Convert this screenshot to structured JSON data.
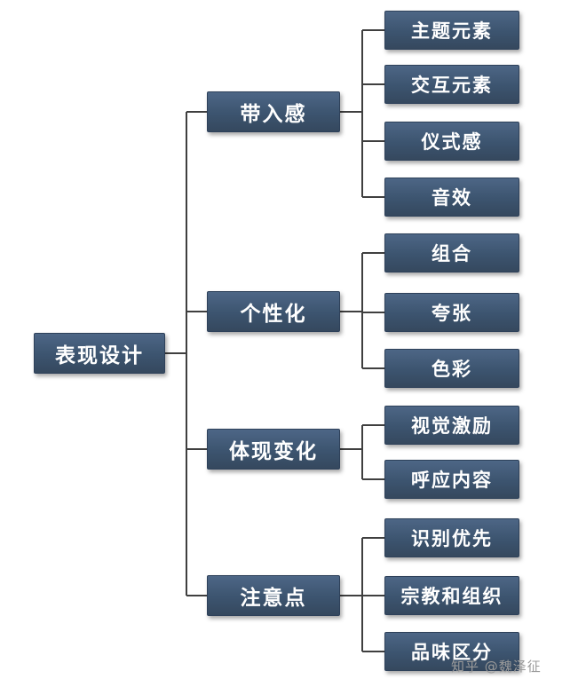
{
  "diagram": {
    "root": {
      "label": "表现设计"
    },
    "branches": [
      {
        "label": "带入感",
        "children": [
          {
            "label": "主题元素"
          },
          {
            "label": "交互元素"
          },
          {
            "label": "仪式感"
          },
          {
            "label": "音效"
          }
        ]
      },
      {
        "label": "个性化",
        "children": [
          {
            "label": "组合"
          },
          {
            "label": "夸张"
          },
          {
            "label": "色彩"
          }
        ]
      },
      {
        "label": "体现变化",
        "children": [
          {
            "label": "视觉激励"
          },
          {
            "label": "呼应内容"
          }
        ]
      },
      {
        "label": "注意点",
        "children": [
          {
            "label": "识别优先"
          },
          {
            "label": "宗教和组织"
          },
          {
            "label": "品味区分"
          }
        ]
      }
    ],
    "colors": {
      "node_bg": "#3c546f",
      "node_bg_top": "#4d6686",
      "node_text": "#ffffff",
      "line": "#3f3f3f"
    }
  },
  "watermark": {
    "text": "知乎 @魏泽征"
  }
}
